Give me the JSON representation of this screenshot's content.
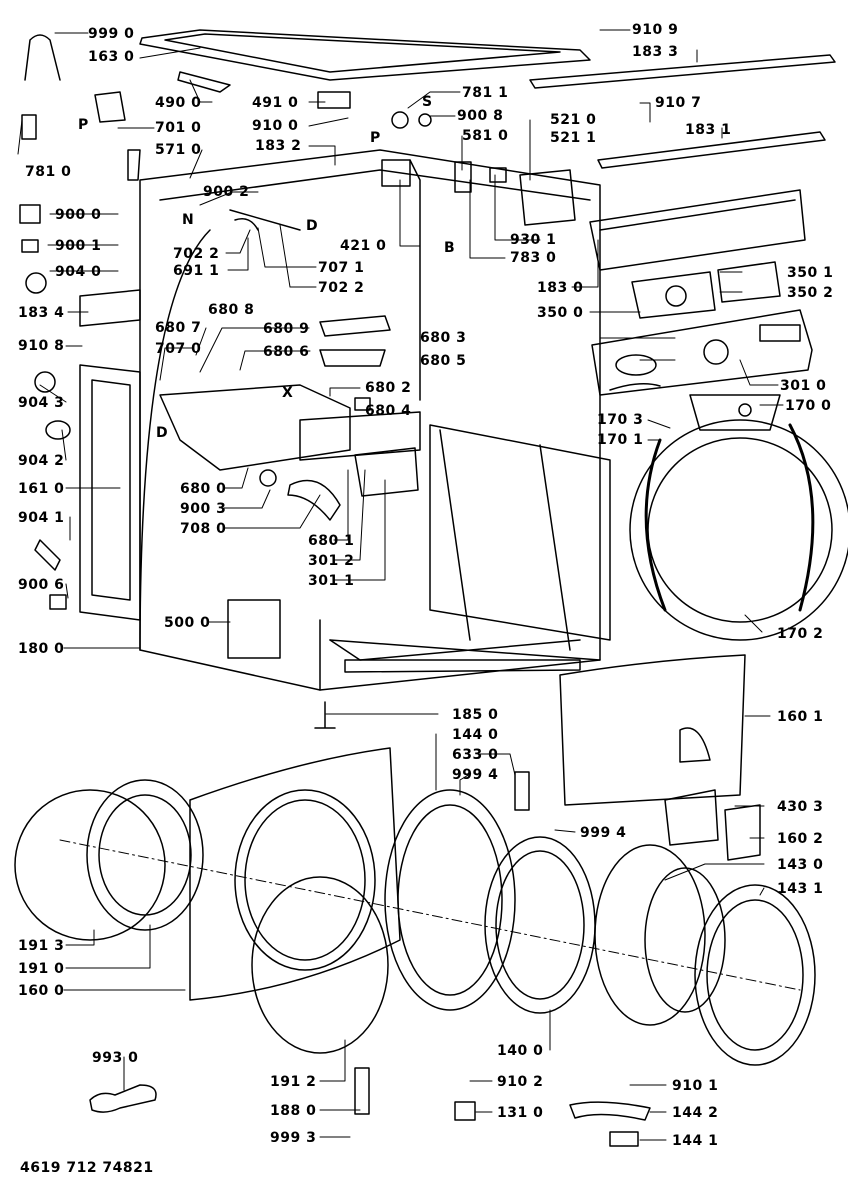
{
  "document_number": "4619 712 74821",
  "colors": {
    "ink": "#000000",
    "paper": "#ffffff"
  },
  "part_labels": {
    "p_999_0": "999 0",
    "p_163_0": "163 0",
    "p_910_9": "910 9",
    "p_183_3": "183 3",
    "p_490_0": "490 0",
    "p_491_0": "491 0",
    "p_781_1": "781 1",
    "p_900_8": "900 8",
    "p_910_7": "910 7",
    "p_701_0": "701 0",
    "p_910_0": "910 0",
    "p_581_0": "581 0",
    "p_521_0": "521 0",
    "p_521_1": "521 1",
    "p_183_1": "183 1",
    "p_781_0": "781 0",
    "p_571_0": "571 0",
    "p_183_2": "183 2",
    "p_900_2": "900 2",
    "p_900_0": "900 0",
    "p_900_1": "900 1",
    "p_904_0": "904 0",
    "p_421_0": "421 0",
    "p_930_1": "930 1",
    "p_783_0": "783 0",
    "p_702_2a": "702 2",
    "p_691_1": "691 1",
    "p_707_1": "707 1",
    "p_702_2b": "702 2",
    "p_183_0": "183 0",
    "p_350_1": "350 1",
    "p_350_2": "350 2",
    "p_350_0": "350 0",
    "p_183_4": "183 4",
    "p_680_8": "680 8",
    "p_680_7": "680 7",
    "p_680_9": "680 9",
    "p_680_3": "680 3",
    "p_910_8": "910 8",
    "p_707_0": "707 0",
    "p_680_6": "680 6",
    "p_680_5": "680 5",
    "p_680_2": "680 2",
    "p_301_0": "301 0",
    "p_904_3": "904 3",
    "p_680_4": "680 4",
    "p_170_0": "170 0",
    "p_170_3": "170 3",
    "p_170_1": "170 1",
    "p_904_2": "904 2",
    "p_680_0": "680 0",
    "p_161_0": "161 0",
    "p_900_3": "900 3",
    "p_708_0": "708 0",
    "p_904_1": "904 1",
    "p_680_1": "680 1",
    "p_301_2": "301 2",
    "p_301_1": "301 1",
    "p_900_6": "900 6",
    "p_500_0": "500 0",
    "p_170_2": "170 2",
    "p_180_0": "180 0",
    "p_185_0": "185 0",
    "p_144_0": "144 0",
    "p_160_1": "160 1",
    "p_633_0": "633 0",
    "p_999_4a": "999 4",
    "p_430_3": "430 3",
    "p_999_4b": "999 4",
    "p_160_2": "160 2",
    "p_143_0": "143 0",
    "p_143_1": "143 1",
    "p_191_3": "191 3",
    "p_191_0": "191 0",
    "p_160_0": "160 0",
    "p_140_0": "140 0",
    "p_993_0": "993 0",
    "p_910_2": "910 2",
    "p_910_1": "910 1",
    "p_191_2": "191 2",
    "p_188_0": "188 0",
    "p_131_0": "131 0",
    "p_144_2": "144 2",
    "p_999_3": "999 3",
    "p_144_1": "144 1"
  },
  "letter_markers": {
    "P1": "P",
    "S": "S",
    "P2": "P",
    "N": "N",
    "D1": "D",
    "B": "B",
    "X": "X",
    "D2": "D"
  }
}
